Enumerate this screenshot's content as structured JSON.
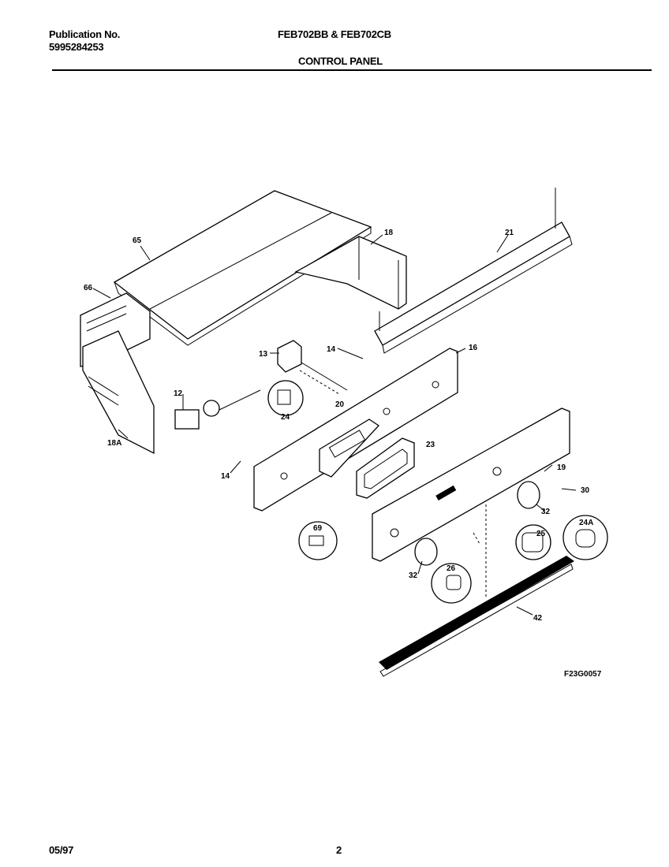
{
  "header": {
    "publication_label": "Publication No.",
    "publication_number": "5995284253",
    "model": "FEB702BB & FEB702CB",
    "section_title": "CONTROL PANEL"
  },
  "diagram": {
    "figure_code": "F23G0057",
    "callouts": [
      "65",
      "66",
      "18",
      "21",
      "13",
      "14",
      "16",
      "12",
      "24",
      "20",
      "23",
      "18A",
      "14",
      "19",
      "30",
      "32",
      "24A",
      "69",
      "25",
      "26",
      "32",
      "42"
    ]
  },
  "footer": {
    "date": "05/97",
    "page": "2"
  }
}
